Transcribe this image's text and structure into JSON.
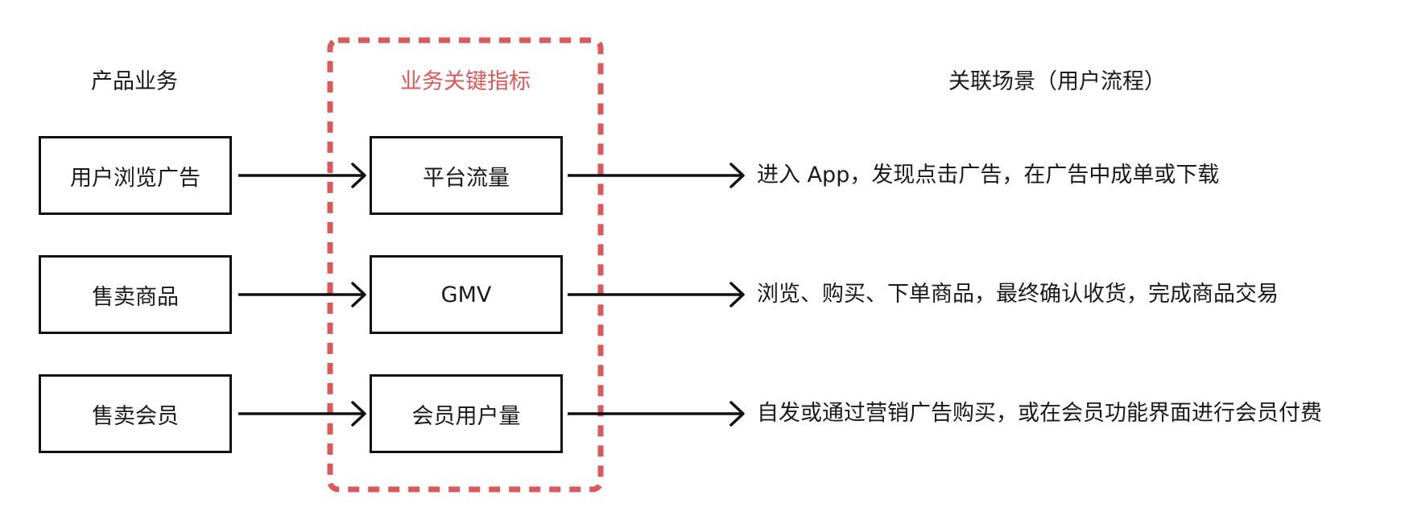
{
  "columns": {
    "business": "产品业务",
    "metrics": "业务关键指标",
    "scenes": "关联场景（用户流程）"
  },
  "rows": [
    {
      "business": "用户浏览广告",
      "metric": "平台流量",
      "scene": "进入 App，发现点击广告，在广告中成单或下载"
    },
    {
      "business": "售卖商品",
      "metric": "GMV",
      "scene": "浏览、购买、下单商品，最终确认收货，完成商品交易"
    },
    {
      "business": "售卖会员",
      "metric": "会员用户量",
      "scene": "自发或通过营销广告购买，或在会员功能界面进行会员付费"
    }
  ],
  "colors": {
    "highlight": "#d85a5a",
    "stroke": "#111111",
    "text": "#1a1a1a"
  }
}
